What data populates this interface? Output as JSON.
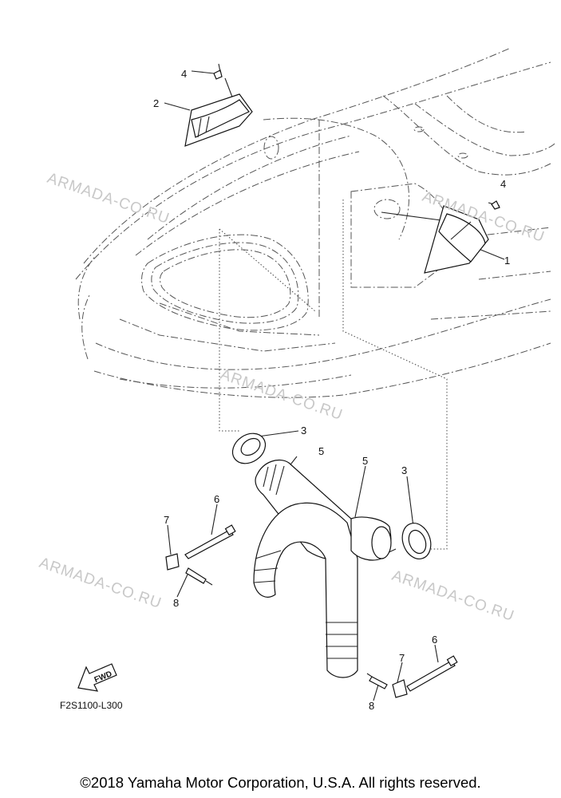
{
  "callouts": {
    "c1": "1",
    "c2": "2",
    "c3a": "3",
    "c3b": "3",
    "c4a": "4",
    "c4b": "4",
    "c5a": "5",
    "c5b": "5",
    "c6a": "6",
    "c6b": "6",
    "c7a": "7",
    "c7b": "7",
    "c8a": "8",
    "c8b": "8"
  },
  "watermark": "ARMADA-CO.RU",
  "fwd_label": "FWD",
  "diagram_code": "F2S1100-L300",
  "copyright": "©2018 Yamaha Motor Corporation, U.S.A. All rights reserved."
}
